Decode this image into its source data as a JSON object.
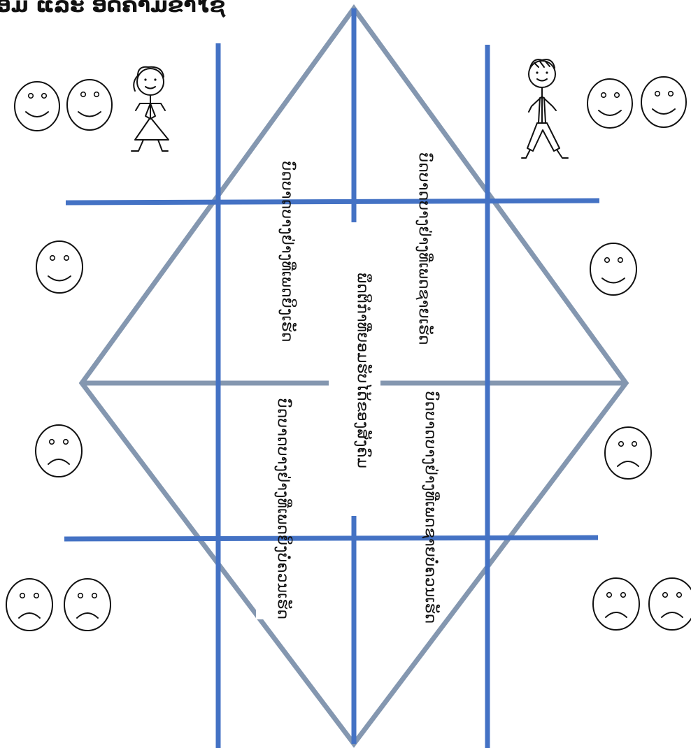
{
  "title": "ອົມ ແລະ ອົດຄາມຂາໄຊ",
  "quadrant_labels": {
    "top_left": "ບົດບາດບາງຢ່າງທີ່ເພດຍິງເຮັດ",
    "top_right": "ບົດບາດບາງຢ່າງທີ່ເພດຊາຍເຮັດ",
    "center": "ພຶດຕິກຳທີ່ຍອມຮັບໄດ້ຂອງສັງຄົມ",
    "bottom_left": "ບົດບາດບາງຢ່າງທີ່ເພດຍິງບໍ່ຄວນເຮັດ",
    "bottom_right": "ບົດບາດບາງຢ່າງທີ່ເພດຊາຍບໍ່ຄວນເຮັດ"
  },
  "colors": {
    "grid_lines": "#4472C4",
    "diamond": "#8497B0",
    "outline": "#111111"
  },
  "figures": {
    "left": "girl-stick-figure-icon",
    "right": "boy-stick-figure-icon"
  },
  "face_icons": {
    "happy": "smiley-face-icon",
    "sad": "sad-face-icon"
  }
}
